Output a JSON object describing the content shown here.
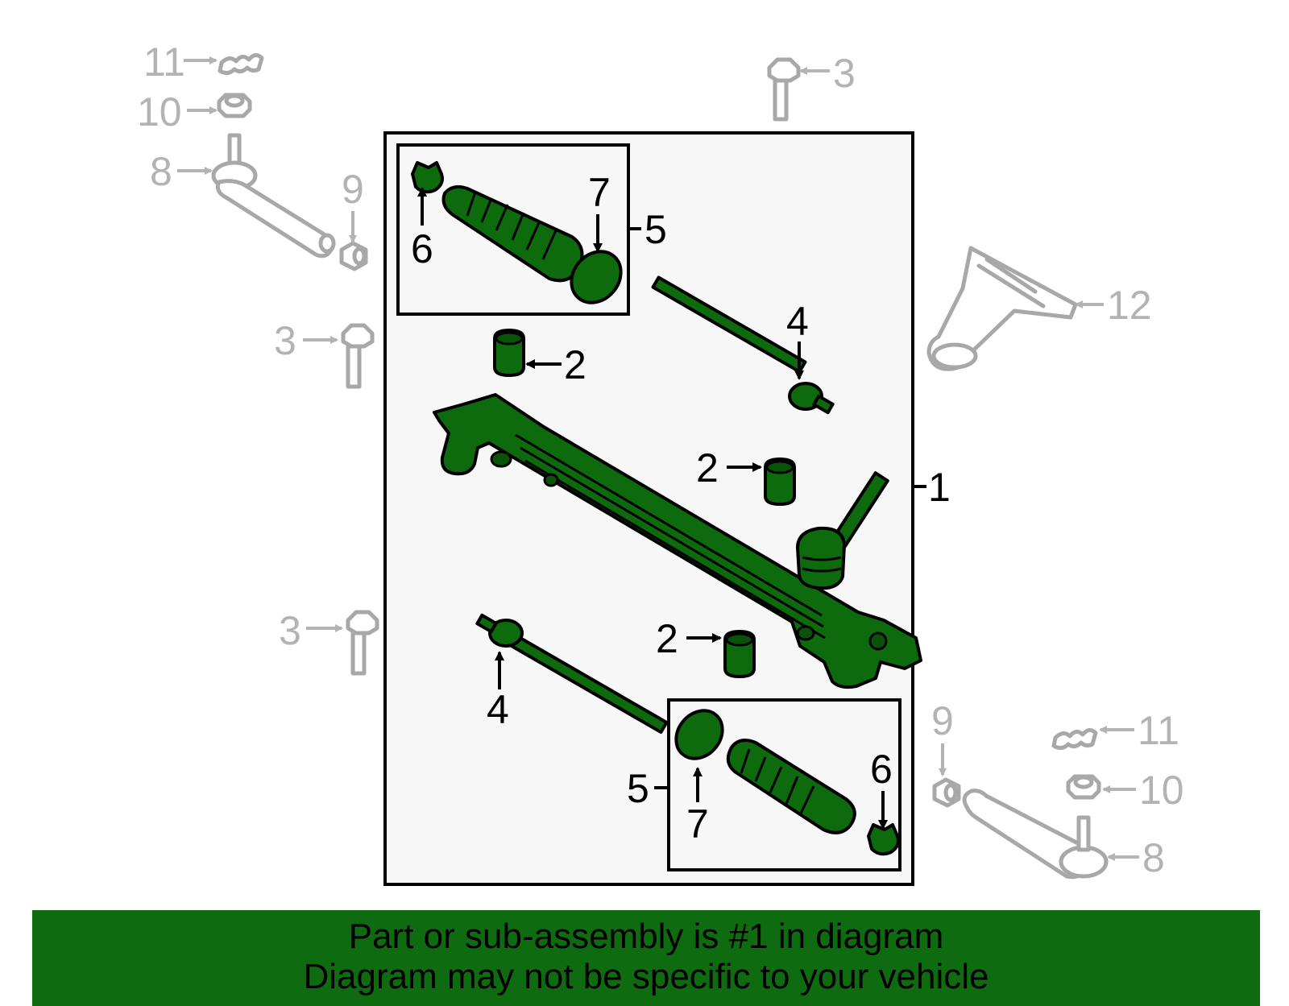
{
  "callouts": {
    "c1": "1",
    "c2a": "2",
    "c2b": "2",
    "c2c": "2",
    "c3a": "3",
    "c3b": "3",
    "c3c": "3",
    "c4a": "4",
    "c4b": "4",
    "c5a": "5",
    "c5b": "5",
    "c6a": "6",
    "c6b": "6",
    "c7a": "7",
    "c7b": "7",
    "c8a": "8",
    "c8b": "8",
    "c9a": "9",
    "c9b": "9",
    "c10a": "10",
    "c10b": "10",
    "c11a": "11",
    "c11b": "11",
    "c12": "12"
  },
  "footer": {
    "line1": "Part or sub-assembly is #1 in diagram",
    "line2": "Diagram may not be specific to your vehicle"
  },
  "colors": {
    "highlight": "#0d6a0d",
    "banner": "#0f6b10",
    "callout_grey": "#b3b3b3"
  }
}
